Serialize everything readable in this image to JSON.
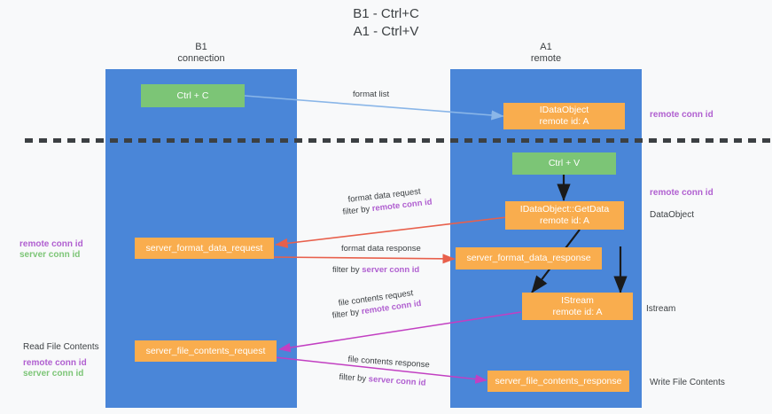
{
  "title": "B1 - Ctrl+C\nA1 - Ctrl+V",
  "lanes": [
    {
      "id": "b1",
      "heading": "B1\nconnection"
    },
    {
      "id": "a1",
      "heading": "A1\nremote"
    }
  ],
  "nodes": [
    {
      "id": "ctrl-c",
      "label": "Ctrl + C",
      "color": "#7cc576"
    },
    {
      "id": "idataobject",
      "label": "IDataObject\nremote id: A",
      "color": "#f9ad4e"
    },
    {
      "id": "ctrl-v",
      "label": "Ctrl + V",
      "color": "#7cc576"
    },
    {
      "id": "getdata",
      "label": "IDataObject::GetData\nremote id: A",
      "color": "#f9ad4e"
    },
    {
      "id": "server-format-data-request",
      "label": "server_format_data_request",
      "color": "#f9ad4e"
    },
    {
      "id": "server-format-data-response",
      "label": "server_format_data_response",
      "color": "#f9ad4e"
    },
    {
      "id": "istream",
      "label": "IStream\nremote id: A",
      "color": "#f9ad4e"
    },
    {
      "id": "server-file-contents-request",
      "label": "server_file_contents_request",
      "color": "#f9ad4e"
    },
    {
      "id": "server-file-contents-response",
      "label": "server_file_contents_response",
      "color": "#f9ad4e"
    }
  ],
  "edge_labels": {
    "format_list": "format list",
    "format_data_request": "format data request",
    "format_data_request_filter_prefix": "filter by ",
    "format_data_request_filter_value": "remote conn id",
    "format_data_response": "format data response",
    "format_data_response_filter_prefix": "filter by ",
    "format_data_response_filter_value": "server conn id",
    "file_contents_request": "file contents request",
    "file_contents_request_filter_prefix": "filter by ",
    "file_contents_request_filter_value": "remote conn id",
    "file_contents_response": "file contents response",
    "file_contents_response_filter_prefix": "filter by ",
    "file_contents_response_filter_value": "server conn id"
  },
  "annotations": {
    "right_remote_conn_id_top": "remote conn id",
    "right_remote_conn_id_mid": "remote conn id",
    "right_dataobject": "DataObject",
    "right_istream": "Istream",
    "right_write_file_contents": "Write File Contents",
    "left_remote_conn_id": "remote conn id",
    "left_server_conn_id": "server conn id",
    "left_read_file_contents": "Read File Contents",
    "left_remote_conn_id_bottom": "remote conn id",
    "left_server_conn_id_bottom": "server conn id"
  },
  "colors": {
    "lane": "#4a86d8",
    "green": "#7cc576",
    "orange": "#f9ad4e",
    "purple": "#b05fd0",
    "red_arrow": "#e8604c",
    "magenta_arrow": "#c23fc2",
    "blue_arrow": "#8ab6e8",
    "black_arrow": "#1a1a1a",
    "background": "#f8f9fa"
  }
}
